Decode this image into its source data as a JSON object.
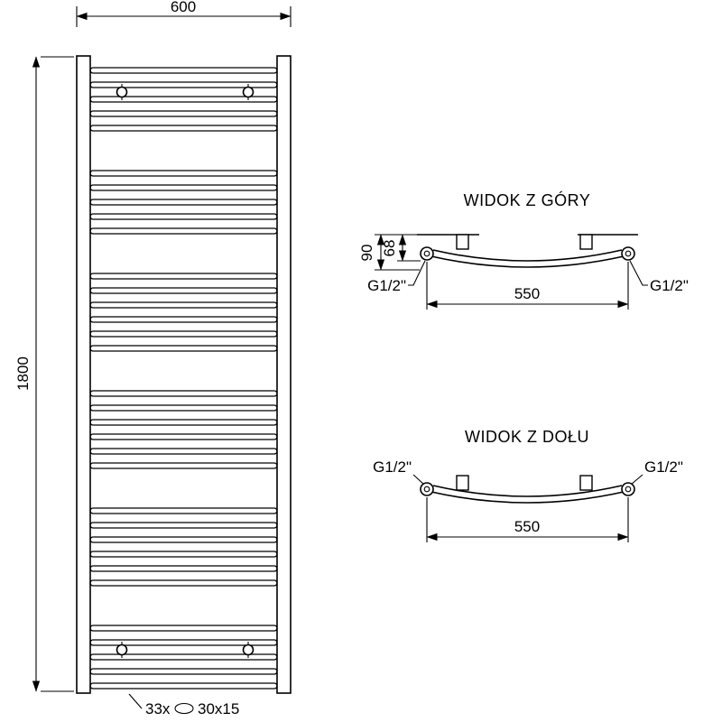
{
  "page": {
    "background": "#ffffff",
    "line_color": "#000000"
  },
  "front_view": {
    "width_label": "600",
    "height_label": "1800",
    "rung_count_label": "33x",
    "rung_profile_label": "30x15",
    "rung_groups": [
      5,
      5,
      6,
      6,
      6,
      5
    ]
  },
  "top_view": {
    "title": "WIDOK Z GÓRY",
    "dim_depth": "90",
    "dim_inner": "68",
    "conn_left": "G1/2\"",
    "conn_right": "G1/2\"",
    "dim_spacing": "550"
  },
  "bottom_view": {
    "title": "WIDOK Z DOŁU",
    "conn_left": "G1/2\"",
    "conn_right": "G1/2\"",
    "dim_spacing": "550"
  }
}
